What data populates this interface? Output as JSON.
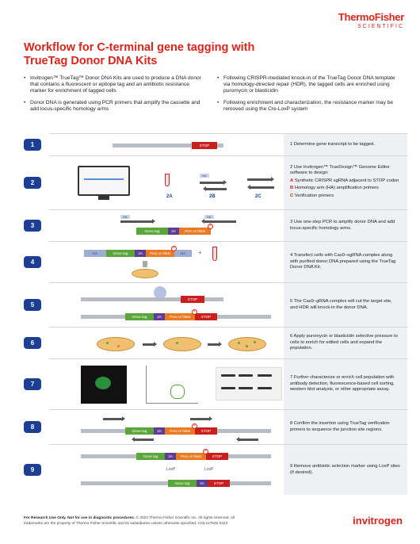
{
  "logo": {
    "line1": "ThermoFisher",
    "line2": "SCIENTIFIC"
  },
  "title": "Workflow for C-terminal gene tagging with TrueTag Donor DNA Kits",
  "bullets_left": [
    "Invitrogen™ TrueTag™ Donor DNA Kits are used to produce a DNA donor that contains a fluorescent or epitope tag and an antibiotic resistance marker for enrichment of tagged cells",
    "Donor DNA is generated using PCR primers that amplify the cassette and add locus-specific homology arms"
  ],
  "bullets_right": [
    "Following CRISPR-mediated knock-in of the TrueTag Donor DNA template via homology-directed repair (HDR), the tagged cells are enriched using puromycin or blasticidin",
    "Following enrichment and characterization, the resistance marker may be removed using the Cre-LoxP system"
  ],
  "labels": {
    "stop": "STOP",
    "gene_tag": "Gene tag",
    "two_a": "2A",
    "puro": "Puro or blast",
    "ha": "HA",
    "loxp": "LoxP",
    "plus": "+",
    "fig2a": "2A",
    "fig2b": "2B",
    "fig2c": "2C"
  },
  "steps": [
    {
      "num": "1",
      "text": "1  Determine gene transcript to be tagged."
    },
    {
      "num": "2",
      "intro": "2  Use Invitrogen™ TrueDesign™ Genome Editor software to design:",
      "items": [
        {
          "letter": "A",
          "text": "Synthetic CRISPR sgRNA adjacent to STOP codon"
        },
        {
          "letter": "B",
          "text": "Homology arm (HA) amplification primers"
        },
        {
          "letter": "C",
          "text": "Verification primers"
        }
      ]
    },
    {
      "num": "3",
      "text": "3  Use one-step PCR to amplify donor DNA and add locus-specific homology arms."
    },
    {
      "num": "4",
      "text": "4  Transfect cells with Cas9–sgRNA complex along with purified donor DNA prepared using the TrueTag Donor DNA Kit."
    },
    {
      "num": "5",
      "text": "5  The Cas9–gRNA complex will cut the target site, and HDR will knock-in the donor DNA."
    },
    {
      "num": "6",
      "text": "6  Apply puromycin or blasticidin selective pressure to cells to enrich for edited cells and expand the population."
    },
    {
      "num": "7",
      "text": "7  Further characterize or enrich cell population with antibody detection, fluorescence-based cell sorting, western blot analysis, or other appropriate assay."
    },
    {
      "num": "8",
      "text": "8  Confirm the insertion using TrueTag verification primers to sequence the junction site regions."
    },
    {
      "num": "9",
      "text": "9  Remove antibiotic selection marker using LoxP sites (if desired)."
    }
  ],
  "footer": {
    "line1_bold": "For Research Use Only. Not for use in diagnostic procedures.",
    "line1_rest": " © 2022 Thermo Fisher Scientific Inc. All rights reserved. All",
    "line2": "trademarks are the property of Thermo Fisher Scientific and its subsidiaries unless otherwise specified. COL117645 0422"
  },
  "brand": "invitrogen",
  "colors": {
    "accent": "#e2231a",
    "step_badge": "#1c3f94",
    "green": "#59a63a",
    "purple": "#5d3d94",
    "orange": "#e97a23"
  }
}
